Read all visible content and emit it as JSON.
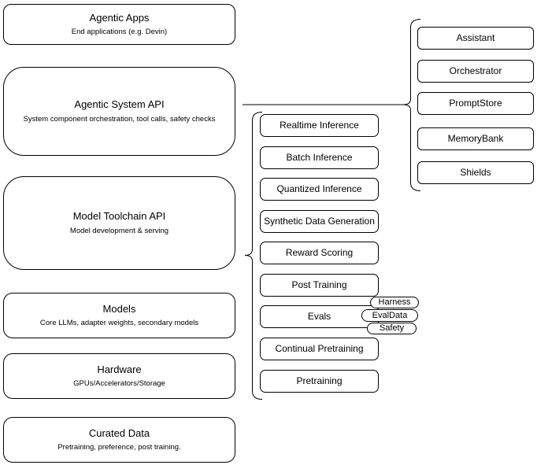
{
  "diagram": {
    "colors": {
      "stroke": "#000000",
      "fill": "#ffffff",
      "text": "#000000"
    },
    "left_stack": [
      {
        "title": "Agentic Apps",
        "subtitle": "End applications (e.g. Devin)"
      },
      {
        "title": "Agentic System API",
        "subtitle": "System component orchestration, tool calls, safety checks"
      },
      {
        "title": "Model Toolchain API",
        "subtitle": "Model development & serving"
      },
      {
        "title": "Models",
        "subtitle": "Core LLMs, adapter weights, secondary models"
      },
      {
        "title": "Hardware",
        "subtitle": "GPUs/Accelerators/Storage"
      },
      {
        "title": "Curated Data",
        "subtitle": "Pretraining, preference, post training."
      }
    ],
    "toolchain_components": [
      {
        "label": "Realtime Inference"
      },
      {
        "label": "Batch Inference"
      },
      {
        "label": "Quantized Inference"
      },
      {
        "label": "Synthetic Data Generation"
      },
      {
        "label": "Reward Scoring"
      },
      {
        "label": "Post Training"
      },
      {
        "label": "Evals"
      },
      {
        "label": "Continual Pretraining"
      },
      {
        "label": "Pretraining"
      }
    ],
    "eval_tags": [
      {
        "label": "Harness"
      },
      {
        "label": "EvalData"
      },
      {
        "label": "Safety"
      }
    ],
    "system_components": [
      {
        "label": "Assistant"
      },
      {
        "label": "Orchestrator"
      },
      {
        "label": "PromptStore"
      },
      {
        "label": "MemoryBank"
      },
      {
        "label": "Shields"
      }
    ]
  }
}
